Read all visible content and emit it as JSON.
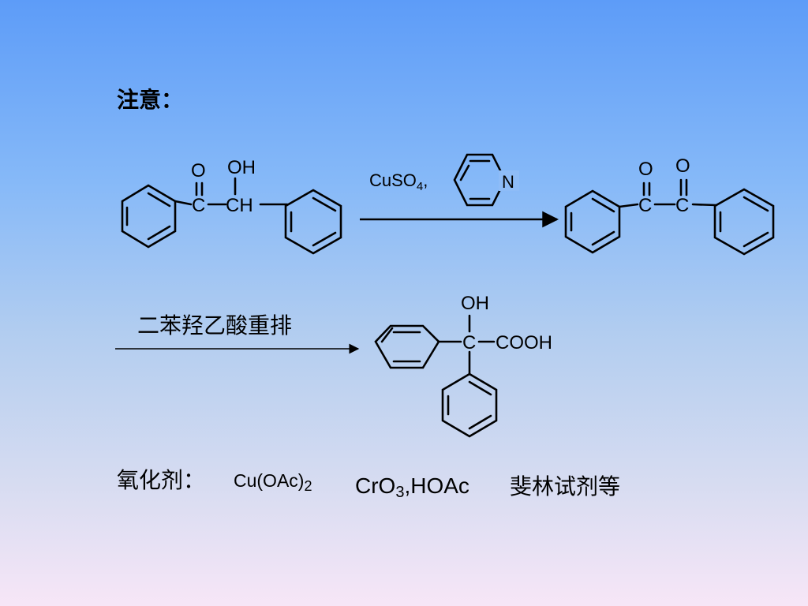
{
  "heading": "注意：",
  "reactant": {
    "o_label": "O",
    "oh_label": "OH",
    "c_label": "C",
    "ch_label": "CH"
  },
  "reagents": {
    "cuso": "CuSO",
    "cuso_sub": "4",
    "comma": ",",
    "pyridine_n": "N"
  },
  "product1": {
    "o1": "O",
    "o2": "O",
    "c1": "C",
    "c2": "C"
  },
  "rearrangement_label": "二苯羟乙酸重排",
  "product2": {
    "oh_label": "OH",
    "c_label": "C",
    "cooh_label": "COOH"
  },
  "oxidants": {
    "label": "氧化剂：",
    "cuoac": "Cu(OAc)",
    "cuoac_sub": "2",
    "cro": "CrO",
    "cro_sub": "3",
    "cro_rest": ",HOAc",
    "fehling": "斐林试剂等"
  }
}
